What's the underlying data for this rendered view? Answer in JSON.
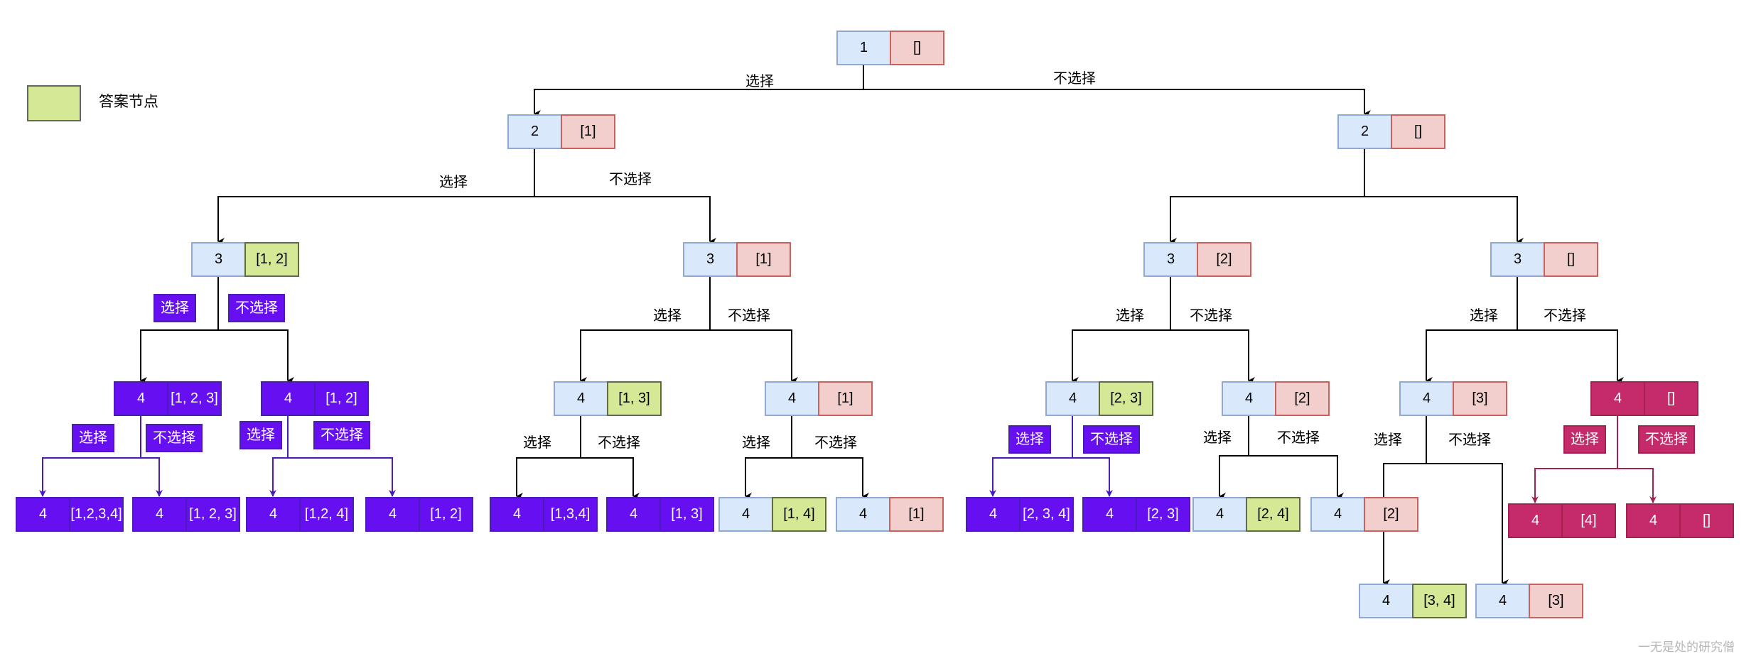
{
  "legend": {
    "label": "答案节点",
    "color": "#d4e896"
  },
  "labels": {
    "select": "选择",
    "not_select": "不选择"
  },
  "watermark": "一无是处的研究僧",
  "colors": {
    "index_fill": "#dae8fc",
    "path_fill": "#f2cfcc",
    "answer_fill": "#d4e896",
    "pruned_purple": "#6610f2",
    "pruned_crimson": "#c52a6b"
  },
  "nodes": [
    {
      "id": "n-root",
      "idx": "1",
      "path": "[]",
      "style": "normal"
    },
    {
      "id": "n-l",
      "idx": "2",
      "path": "[1]",
      "style": "normal"
    },
    {
      "id": "n-r",
      "idx": "2",
      "path": "[]",
      "style": "normal"
    },
    {
      "id": "n-ll",
      "idx": "3",
      "path": "[1, 2]",
      "style": "answer"
    },
    {
      "id": "n-lr",
      "idx": "3",
      "path": "[1]",
      "style": "normal"
    },
    {
      "id": "n-rl",
      "idx": "3",
      "path": "[2]",
      "style": "normal"
    },
    {
      "id": "n-rr",
      "idx": "3",
      "path": "[]",
      "style": "normal"
    },
    {
      "id": "n-lll",
      "idx": "4",
      "path": "[1, 2, 3]",
      "style": "purple"
    },
    {
      "id": "n-llr",
      "idx": "4",
      "path": "[1, 2]",
      "style": "purple"
    },
    {
      "id": "n-lrl",
      "idx": "4",
      "path": "[1, 3]",
      "style": "answer"
    },
    {
      "id": "n-lrr",
      "idx": "4",
      "path": "[1]",
      "style": "normal"
    },
    {
      "id": "n-rll",
      "idx": "4",
      "path": "[2, 3]",
      "style": "answer"
    },
    {
      "id": "n-rlr",
      "idx": "4",
      "path": "[2]",
      "style": "normal"
    },
    {
      "id": "n-rrl",
      "idx": "4",
      "path": "[3]",
      "style": "normal"
    },
    {
      "id": "n-rrr",
      "idx": "4",
      "path": "[]",
      "style": "crimson"
    },
    {
      "id": "n-llll",
      "idx": "4",
      "path": "[1,2,3,4]",
      "style": "purple"
    },
    {
      "id": "n-lllr",
      "idx": "4",
      "path": "[1, 2, 3]",
      "style": "purple"
    },
    {
      "id": "n-llrl",
      "idx": "4",
      "path": "[1,2, 4]",
      "style": "purple"
    },
    {
      "id": "n-llrr",
      "idx": "4",
      "path": "[1, 2]",
      "style": "purple"
    },
    {
      "id": "n-lrll",
      "idx": "4",
      "path": "[1,3,4]",
      "style": "purple"
    },
    {
      "id": "n-lrlr",
      "idx": "4",
      "path": "[1, 3]",
      "style": "purple"
    },
    {
      "id": "n-lrrl",
      "idx": "4",
      "path": "[1, 4]",
      "style": "answer"
    },
    {
      "id": "n-lrrr",
      "idx": "4",
      "path": "[1]",
      "style": "normal"
    },
    {
      "id": "n-rlll",
      "idx": "4",
      "path": "[2, 3, 4]",
      "style": "purple"
    },
    {
      "id": "n-rllr",
      "idx": "4",
      "path": "[2, 3]",
      "style": "purple"
    },
    {
      "id": "n-rlrl",
      "idx": "4",
      "path": "[2, 4]",
      "style": "answer"
    },
    {
      "id": "n-rlrr",
      "idx": "4",
      "path": "[2]",
      "style": "normal"
    },
    {
      "id": "n-rrrl",
      "idx": "4",
      "path": "[4]",
      "style": "crimson"
    },
    {
      "id": "n-rrrr",
      "idx": "4",
      "path": "[]",
      "style": "crimson"
    },
    {
      "id": "n-rrll",
      "idx": "4",
      "path": "[3, 4]",
      "style": "answer"
    },
    {
      "id": "n-rrlr",
      "idx": "4",
      "path": "[3]",
      "style": "normal"
    }
  ]
}
